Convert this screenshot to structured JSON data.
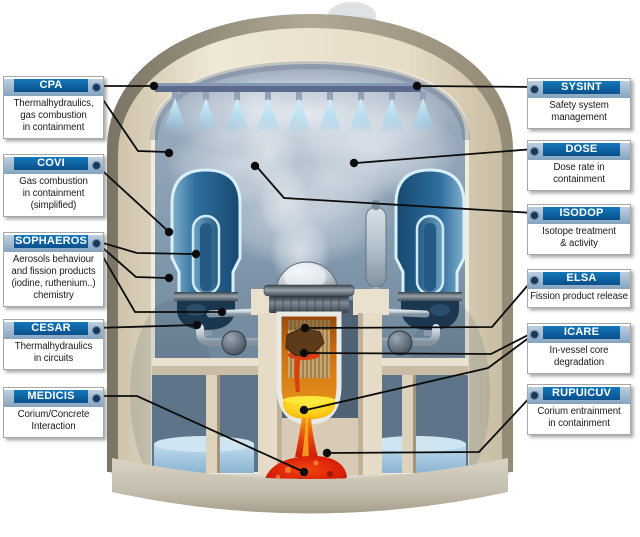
{
  "modules": {
    "cpa": {
      "code": "CPA",
      "desc": "Thermalhydraulics,\ngas combustion\nin containment"
    },
    "covi": {
      "code": "COVI",
      "desc": "Gas combustion\nin containment\n(simplified)"
    },
    "sophaeros": {
      "code": "SOPHAEROS",
      "desc": "Aerosols behaviour\nand fission products\n(iodine, ruthenium..)\nchemistry"
    },
    "cesar": {
      "code": "CESAR",
      "desc": "Thermalhydraulics\nin circuits"
    },
    "medicis": {
      "code": "MEDICIS",
      "desc": "Corium/Concrete\nInteraction"
    },
    "sysint": {
      "code": "SYSINT",
      "desc": "Safety system\nmanagement"
    },
    "dose": {
      "code": "DOSE",
      "desc": "Dose rate in\ncontainment"
    },
    "isodop": {
      "code": "ISODOP",
      "desc": "Isotope treatment\n& activity"
    },
    "elsa": {
      "code": "ELSA",
      "desc": "Fission product release"
    },
    "icare": {
      "code": "ICARE",
      "desc": "In-vessel core\ndegradation"
    },
    "rupuicuv": {
      "code": "RUPUICUV",
      "desc": "Corium entrainment\nin containment"
    }
  },
  "colors": {
    "label_bar_dark": "#0a4f8c",
    "label_bar_light": "#9ab4cb",
    "connector": "#0c0c0c",
    "containment_wall": "#e7dfcd",
    "interior": "#8299ae",
    "corium_red": "#d42810",
    "corium_yellow": "#ffd91e",
    "water_blue": "#aecde4"
  }
}
